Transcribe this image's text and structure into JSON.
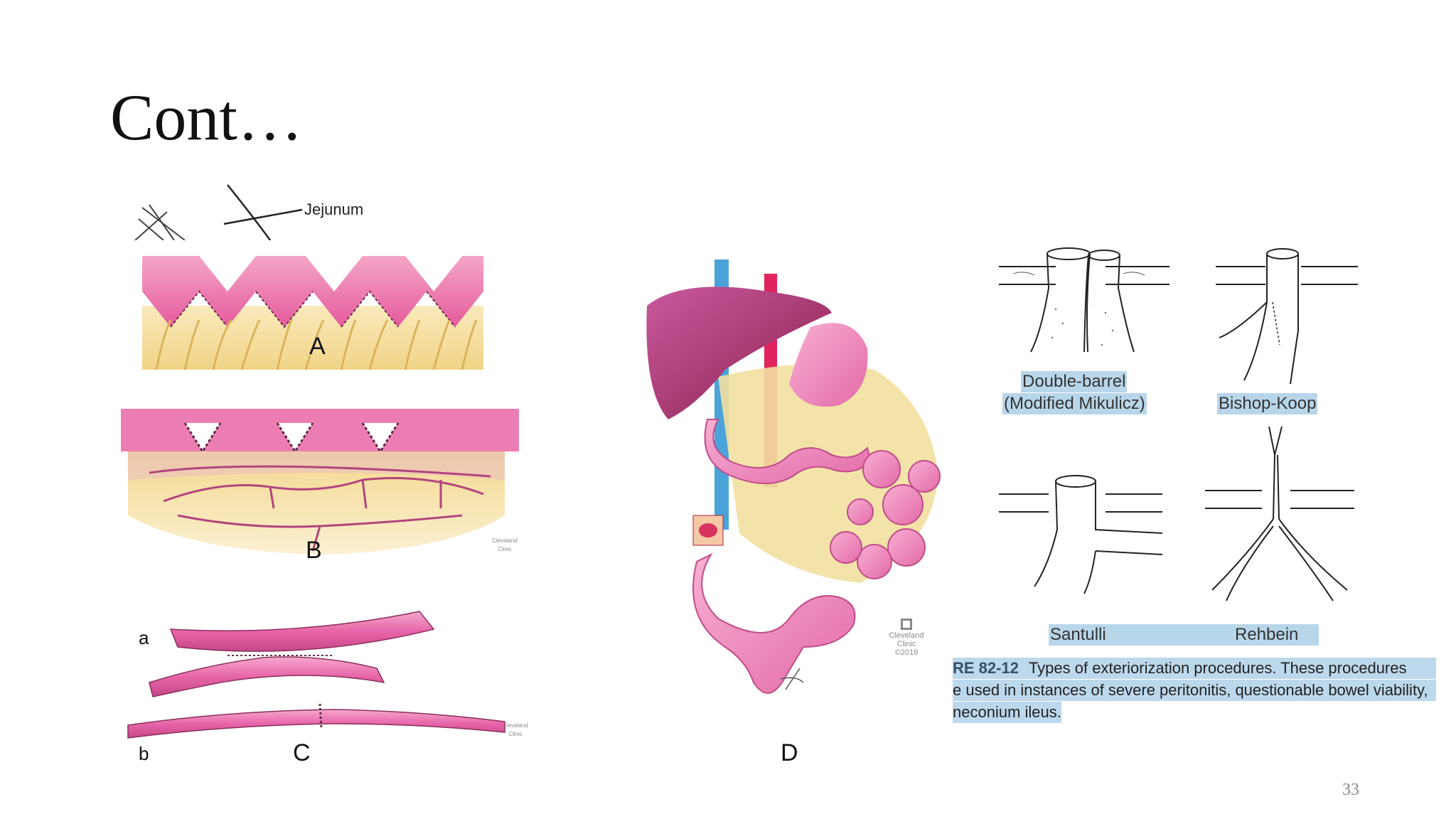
{
  "slide": {
    "title": "Cont…",
    "page_number": "33"
  },
  "left_figure": {
    "top_label": "Jejunum",
    "panels": {
      "a_label": "A",
      "b_label": "B",
      "c_label": "C",
      "sub_a": "a",
      "sub_b": "b"
    },
    "logo_text": "Cleveland Clinic"
  },
  "middle_figure": {
    "panel_label": "D",
    "logo_name": "Cleveland",
    "logo_name2": "Clinic",
    "logo_year": "©2019"
  },
  "right_figure": {
    "procedures": [
      "Double-barrel",
      "(Modified Mikulicz)",
      "Bishop-Koop",
      "Santulli",
      "Rehbein"
    ],
    "caption": {
      "figure_number": "RE 82-12",
      "line1": "Types of exteriorization procedures. These procedures",
      "line2": "e used in instances of severe peritonitis, questionable bowel viability,",
      "line3": "neconium ileus."
    }
  },
  "colors": {
    "tissue_pink": "#e96aa6",
    "mesentery_yellow": "#f3dd96",
    "highlight_blue": "#b8d6ea",
    "vessel_blue": "#4aa3d9",
    "vessel_red": "#e0245e"
  }
}
